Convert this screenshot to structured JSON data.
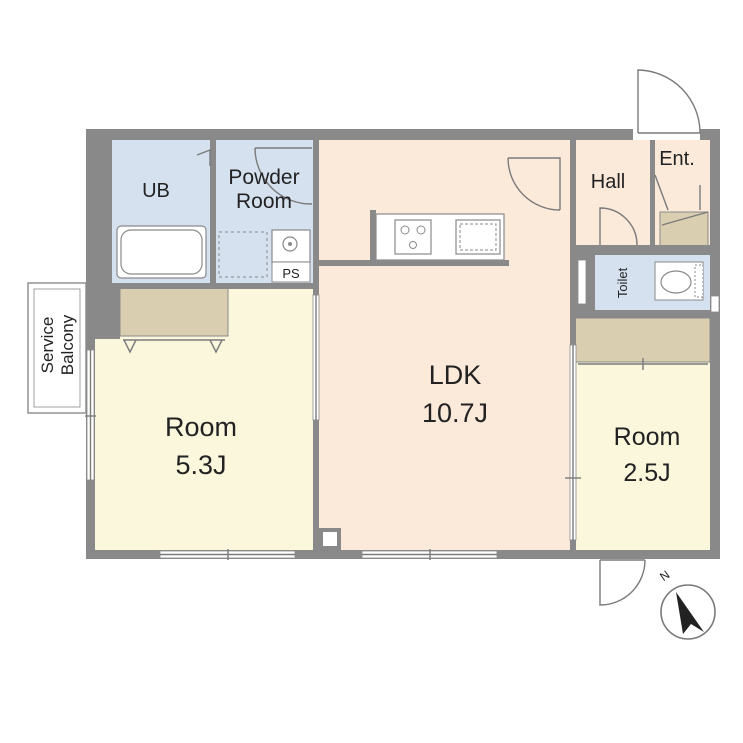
{
  "colors": {
    "wall": "#898989",
    "wet_area": "#d6e1f0",
    "living_floor": "#fbe9d9",
    "room_floor": "#fbf7dd",
    "closet": "#d9cfb0",
    "window": "#ffffff"
  },
  "rooms": {
    "ub": "UB",
    "powder_room": [
      "Powder",
      "Room"
    ],
    "ps": "PS",
    "ldk": {
      "name": "LDK",
      "size": "10.7J"
    },
    "room_left": {
      "name": "Room",
      "size": "5.3J"
    },
    "room_right": {
      "name": "Room",
      "size": "2.5J"
    },
    "hall": "Hall",
    "entrance": "Ent.",
    "toilet": "Toilet",
    "service_balcony": [
      "Service",
      "Balcony"
    ]
  },
  "compass": {
    "label": "N"
  }
}
